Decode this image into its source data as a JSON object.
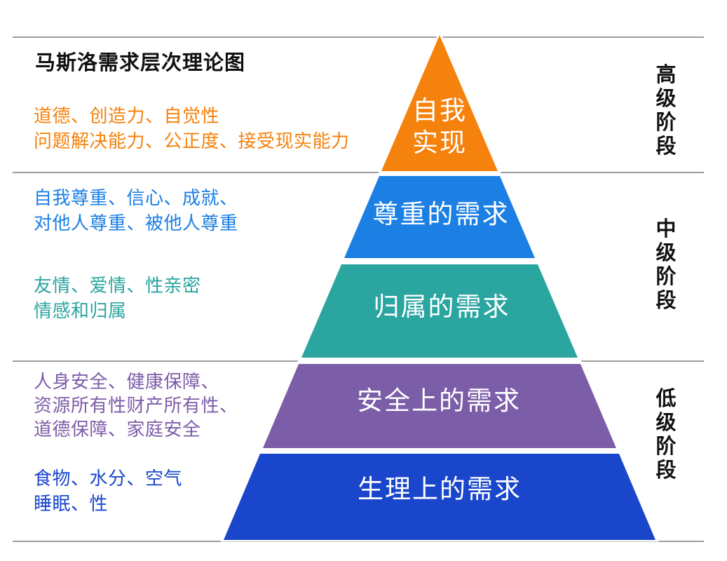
{
  "title": "马斯洛需求层次理论图",
  "pyramid": {
    "levels": [
      {
        "name": "self-actualization",
        "label": "自我\n实现",
        "color": "#F5820D",
        "annotation": [
          "道德、创造力、自觉性",
          "问题解决能力、公正度、接受现实能力"
        ]
      },
      {
        "name": "esteem",
        "label": "尊重的需求",
        "color": "#1B7FE4",
        "annotation": [
          "自我尊重、信心、成就、",
          "对他人尊重、被他人尊重"
        ]
      },
      {
        "name": "belonging",
        "label": "归属的需求",
        "color": "#2AA5A0",
        "annotation": [
          "友情、爱情、性亲密",
          "情感和归属"
        ]
      },
      {
        "name": "safety",
        "label": "安全上的需求",
        "color": "#7C5DA8",
        "annotation": [
          "人身安全、健康保障、",
          "资源所有性财产所有性、",
          "道德保障、家庭安全"
        ]
      },
      {
        "name": "physiological",
        "label": "生理上的需求",
        "color": "#1A46CC",
        "annotation": [
          "食物、水分、空气",
          "睡眠、性"
        ]
      }
    ]
  },
  "stages": [
    {
      "name": "advanced",
      "label": "高级阶段"
    },
    {
      "name": "intermediate",
      "label": "中级阶段"
    },
    {
      "name": "basic",
      "label": "低级阶段"
    }
  ]
}
